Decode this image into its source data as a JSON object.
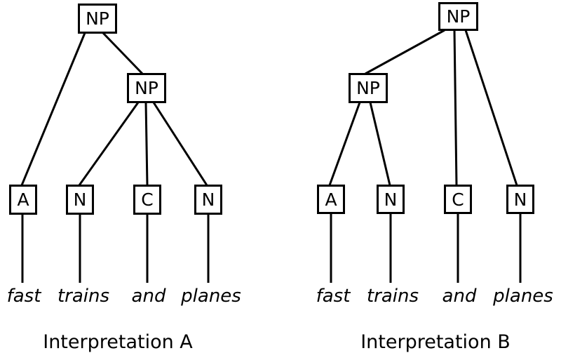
{
  "figure": {
    "background_color": "#ffffff",
    "line_color": "#000000",
    "sentence": "fast trains and planes"
  },
  "tree_a": {
    "caption": "Interpretation A",
    "root_label": "NP",
    "inner_label": "NP",
    "leaves": [
      "A",
      "N",
      "C",
      "N"
    ],
    "words": [
      "fast",
      "trains",
      "and",
      "planes"
    ]
  },
  "tree_b": {
    "caption": "Interpretation B",
    "root_label": "NP",
    "inner_label": "NP",
    "leaves": [
      "A",
      "N",
      "C",
      "N"
    ],
    "words": [
      "fast",
      "trains",
      "and",
      "planes"
    ]
  }
}
